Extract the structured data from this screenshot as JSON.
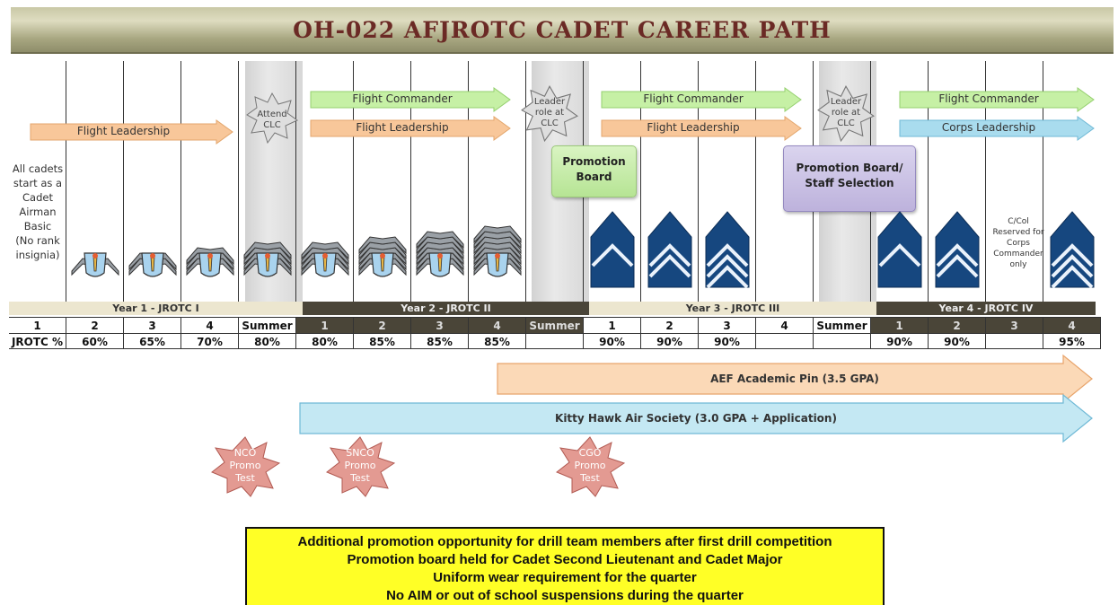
{
  "title": "OH-022 AFJROTC CADET CAREER PATH",
  "colors": {
    "orange_arrow": "#f8c79a",
    "green_arrow": "#c6f0a5",
    "blue_arrow": "#a9dcee",
    "star_grey": "#d9d9d9",
    "test_star": "#e39a92",
    "dark_band": "#4a4538",
    "light_band": "#ece6cf",
    "notice_yellow": "#ffff26"
  },
  "arrows": {
    "y1_flight_leadership": "Flight Leadership",
    "y2_flight_commander": "Flight Commander",
    "y2_flight_leadership": "Flight Leadership",
    "y3_flight_commander": "Flight Commander",
    "y3_flight_leadership": "Flight Leadership",
    "y4_flight_commander": "Flight Commander",
    "y4_corps_leadership": "Corps Leadership"
  },
  "stars": {
    "attend_clc": "Attend\nCLC",
    "leader_role_1": "Leader\nrole at\nCLC",
    "leader_role_2": "Leader\nrole at\nCLC"
  },
  "callouts": {
    "promotion_board": "Promotion\nBoard",
    "promotion_staff": "Promotion Board/\nStaff Selection"
  },
  "notes": {
    "cadet_start": "All cadets\nstart as a\nCadet\nAirman\nBasic\n(No rank\ninsignia)",
    "col_reserved": "C/Col\nReserved for\nCorps\nCommander\nonly"
  },
  "years": [
    "Year 1 - JROTC I",
    "Year 2 - JROTC II",
    "Year 3 - JROTC III",
    "Year 4 - JROTC IV"
  ],
  "quarters": [
    "1",
    "2",
    "3",
    "4",
    "Summer",
    "1",
    "2",
    "3",
    "4",
    "Summer",
    "1",
    "2",
    "3",
    "4",
    "Summer",
    "1",
    "2",
    "3",
    "4"
  ],
  "percentages": [
    "JROTC %",
    "60%",
    "65%",
    "70%",
    "80%",
    "80%",
    "85%",
    "85%",
    "85%",
    "",
    "90%",
    "90%",
    "90%",
    "",
    "",
    "90%",
    "90%",
    "",
    "95%"
  ],
  "programs": {
    "aef_pin": "AEF Academic Pin (3.5 GPA)",
    "kitty_hawk": "Kitty Hawk Air Society (3.0 GPA + Application)"
  },
  "promo_tests": {
    "nco": "NCO\nPromo\nTest",
    "snco": "SNCO\nPromo\nTest",
    "cgo": "CGO\nPromo\nTest"
  },
  "notice_lines": [
    "Additional promotion opportunity for drill team members after first drill competition",
    "Promotion board held for Cadet Second Lieutenant and Cadet Major",
    "Uniform wear requirement for the quarter",
    "No AIM or out of school suspensions during the quarter"
  ]
}
